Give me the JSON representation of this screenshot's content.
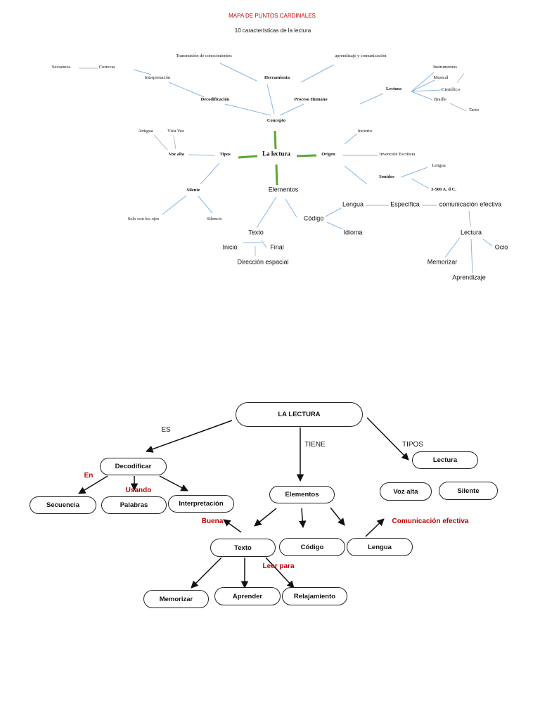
{
  "map1": {
    "title": "MAPA DE PUNTOS CARDINALES",
    "subtitle": "10 características de la lectura",
    "title_color": "#d00000",
    "green_color": "#5aa832",
    "line_color": "#8ab6e0",
    "center": "La lectura",
    "concepto": "Concepto",
    "herramienta": "Herramienta",
    "transmision": "Transmisión de conocimientos",
    "aprendizaje_comunicacion": "aprendizaje y comunicación",
    "decodificacion": "Decodificación",
    "proceso_humano": "Proceso Humano",
    "interpretacion": "Interpretación",
    "secuencia": "Secuencia",
    "correcta": "Correcta",
    "lectura_small": "Lectura",
    "instrumentos": "Instrumentos",
    "musical": "Musical",
    "cientifico": "Científico",
    "braille": "Braille",
    "tacto": "Tacto",
    "tipos": "Tipos",
    "antigua": "Antigua",
    "viva_voz": "Viva Voz",
    "voz_alta": "Voz alta",
    "silente": "Silente",
    "solo_ojos": "Solo con los ojos",
    "silencio": "Silencio",
    "origen": "Origen",
    "incierto": "Incierto",
    "invencion": "Invención Escritura",
    "sonidos": "Sonidos",
    "lengua_small": "Lengua",
    "fecha": "3-500 A. d C.",
    "elementos": "Elementos",
    "codigo": "Código",
    "lengua": "Lengua",
    "idioma": "Idioma",
    "especifica": "Específica",
    "comunicacion_efectiva": "comunicación efectiva",
    "lectura": "Lectura",
    "memorizar": "Memorizar",
    "ocio": "Ocio",
    "aprendizaje": "Aprendizaje",
    "texto": "Texto",
    "inicio": "Inicio",
    "final": "Final",
    "direccion": "Dirección espacial"
  },
  "map2": {
    "accent_red": "#c00000",
    "root": "LA LECTURA",
    "label_es": "ES",
    "label_tiene": "TIENE",
    "label_tipos": "TIPOS",
    "decodificar": "Decodificar",
    "label_en": "En",
    "label_usando": "Usando",
    "secuencia": "Secuencia",
    "palabras": "Palabras",
    "interpretacion": "Interpretación",
    "elementos": "Elementos",
    "lectura": "Lectura",
    "voz_alta": "Voz alta",
    "silente": "Silente",
    "label_buena": "Buena",
    "label_comunicacion": "Comunicación efectiva",
    "texto": "Texto",
    "codigo": "Código",
    "lengua": "Lengua",
    "label_leer_para": "Leer para",
    "memorizar": "Memorizar",
    "aprender": "Aprender",
    "relajamiento": "Relajamiento"
  }
}
